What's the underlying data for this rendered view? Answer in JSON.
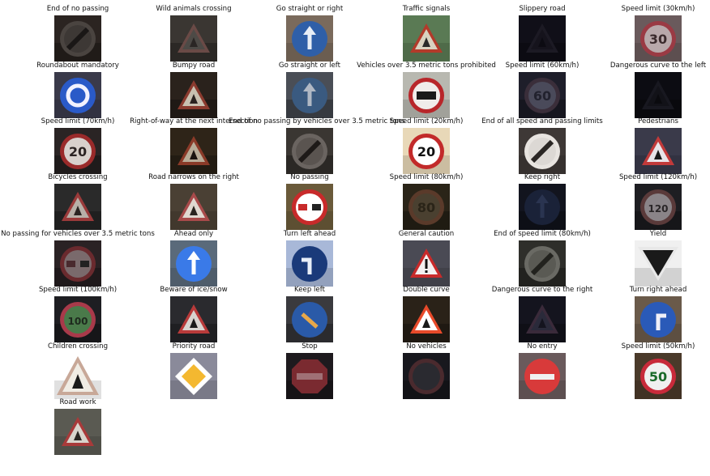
{
  "signs": [
    {
      "title": "End of no passing",
      "icon": "end-no-passing-sign-icon",
      "shape": "circle-end",
      "bg": "#2b2421",
      "ring": "#4a4440",
      "fill": "#3d3835",
      "mark": "#1a1716",
      "scene": "dark"
    },
    {
      "title": "Wild animals crossing",
      "icon": "wild-animals-sign-icon",
      "shape": "triangle",
      "bg": "#3a3632",
      "ring": "#6a4a46",
      "fill": "#4d4a46",
      "mark": "#2a2624",
      "scene": "dark"
    },
    {
      "title": "Go straight or right",
      "icon": "straight-or-right-sign-icon",
      "shape": "blue-arrow",
      "bg": "#7a6a5c",
      "ring": "#2f5fa8",
      "fill": "#2f5fa8",
      "mark": "#e8eef6",
      "scene": "light"
    },
    {
      "title": "Traffic signals",
      "icon": "traffic-signals-sign-icon",
      "shape": "triangle",
      "bg": "#5a7a54",
      "ring": "#b23a2a",
      "fill": "#d9d2c0",
      "mark": "#2a2a2a",
      "scene": "light"
    },
    {
      "title": "Slippery road",
      "icon": "slippery-road-sign-icon",
      "shape": "triangle",
      "bg": "#100f18",
      "ring": "#1c1a24",
      "fill": "#15131c",
      "mark": "#0c0b12",
      "scene": "verydark"
    },
    {
      "title": "Speed limit (30km/h)",
      "icon": "speed-limit-30-sign-icon",
      "shape": "circle-num",
      "bg": "#6a5a5c",
      "ring": "#9a3a44",
      "fill": "#b8a8aa",
      "mark": "#3a2a2c",
      "scene": "light",
      "num": "30"
    },
    {
      "title": "Roundabout mandatory",
      "icon": "roundabout-sign-icon",
      "shape": "blue-round",
      "bg": "#3a3a4a",
      "ring": "#2a5ac8",
      "fill": "#2a5ac8",
      "mark": "#f2f2ff",
      "scene": "light"
    },
    {
      "title": "Bumpy road",
      "icon": "bumpy-road-sign-icon",
      "shape": "triangle",
      "bg": "#2a221c",
      "ring": "#8a3a2e",
      "fill": "#c8c0b0",
      "mark": "#2a2220",
      "scene": "dark"
    },
    {
      "title": "Go straight or left",
      "icon": "straight-or-left-sign-icon",
      "shape": "blue-arrow",
      "bg": "#4a4e56",
      "ring": "#2f4f7a",
      "fill": "#3a5a80",
      "mark": "#b0b8c4",
      "scene": "dark"
    },
    {
      "title": "Vehicles over 3.5 metric tons prohibited",
      "icon": "trucks-prohibited-sign-icon",
      "shape": "circle-truck",
      "bg": "#b8b8b0",
      "ring": "#b8262a",
      "fill": "#f0ecea",
      "mark": "#1a1a1a",
      "scene": "light"
    },
    {
      "title": "Speed limit (60km/h)",
      "icon": "speed-limit-60-sign-icon",
      "shape": "circle-num",
      "bg": "#1e1e2a",
      "ring": "#3a2e3a",
      "fill": "#4a4a5a",
      "mark": "#22222e",
      "scene": "dark",
      "num": "60"
    },
    {
      "title": "Dangerous curve to the left",
      "icon": "curve-left-sign-icon",
      "shape": "triangle",
      "bg": "#0c0c12",
      "ring": "#181820",
      "fill": "#121218",
      "mark": "#0a0a0e",
      "scene": "verydark"
    },
    {
      "title": "Speed limit (70km/h)",
      "icon": "speed-limit-70-sign-icon",
      "shape": "circle-num",
      "bg": "#2a2424",
      "ring": "#9a2a2a",
      "fill": "#d8d0cc",
      "mark": "#2a2222",
      "scene": "dark",
      "num": "20"
    },
    {
      "title": "Right-of-way at the next intersection",
      "icon": "right-of-way-sign-icon",
      "shape": "triangle",
      "bg": "#2e2418",
      "ring": "#8a3a28",
      "fill": "#b8ac98",
      "mark": "#1a1410",
      "scene": "dark"
    },
    {
      "title": "End of no passing by vehicles over 3.5 metric tons",
      "icon": "end-no-passing-trucks-sign-icon",
      "shape": "circle-end",
      "bg": "#3a3632",
      "ring": "#6a6460",
      "fill": "#5a5450",
      "mark": "#1e1a18",
      "scene": "dark"
    },
    {
      "title": "Speed limit (20km/h)",
      "icon": "speed-limit-20-sign-icon",
      "shape": "circle-num",
      "bg": "#e8d8b8",
      "ring": "#c22a2a",
      "fill": "#ffffff",
      "mark": "#111111",
      "scene": "light",
      "num": "20"
    },
    {
      "title": "End of all speed and passing limits",
      "icon": "end-all-limits-sign-icon",
      "shape": "circle-end",
      "bg": "#3e3836",
      "ring": "#e8e4e0",
      "fill": "#dcd8d4",
      "mark": "#2a2624",
      "scene": "light"
    },
    {
      "title": "Pedestrians",
      "icon": "pedestrians-sign-icon",
      "shape": "triangle",
      "bg": "#3a3a4a",
      "ring": "#c23a3a",
      "fill": "#e8e4e8",
      "mark": "#1a1a1a",
      "scene": "light"
    },
    {
      "title": "Bicycles crossing",
      "icon": "bicycles-crossing-sign-icon",
      "shape": "triangle",
      "bg": "#2a2a2a",
      "ring": "#9a3a3a",
      "fill": "#b8b0a8",
      "mark": "#2a2422",
      "scene": "dark"
    },
    {
      "title": "Road narrows on the right",
      "icon": "road-narrows-sign-icon",
      "shape": "triangle",
      "bg": "#4a4034",
      "ring": "#a84a4a",
      "fill": "#e0d8d0",
      "mark": "#2a2420",
      "scene": "light"
    },
    {
      "title": "No passing",
      "icon": "no-passing-sign-icon",
      "shape": "circle-cars",
      "bg": "#6a5a3a",
      "ring": "#c82a2a",
      "fill": "#ffffff",
      "mark": "#c82a2a",
      "scene": "light"
    },
    {
      "title": "Speed limit (80km/h)",
      "icon": "speed-limit-80-sign-icon",
      "shape": "circle-num",
      "bg": "#2a2418",
      "ring": "#5a3a2a",
      "fill": "#4a4030",
      "mark": "#2a2418",
      "scene": "dark",
      "num": "80"
    },
    {
      "title": "Keep right",
      "icon": "keep-right-sign-icon",
      "shape": "blue-arrow",
      "bg": "#12141e",
      "ring": "#1a2238",
      "fill": "#1a2238",
      "mark": "#2a3450",
      "scene": "verydark"
    },
    {
      "title": "Speed limit (120km/h)",
      "icon": "speed-limit-120-sign-icon",
      "shape": "circle-num",
      "bg": "#1e1e22",
      "ring": "#5a3a3a",
      "fill": "#8a8488",
      "mark": "#2a2628",
      "scene": "dark",
      "num": "120"
    },
    {
      "title": "No passing for vehicles over 3.5 metric tons",
      "icon": "no-passing-trucks-sign-icon",
      "shape": "circle-cars",
      "bg": "#2a2224",
      "ring": "#6a2a2e",
      "fill": "#7a6a6c",
      "mark": "#4a2a2e",
      "scene": "dark"
    },
    {
      "title": "Ahead only",
      "icon": "ahead-only-sign-icon",
      "shape": "blue-arrow",
      "bg": "#5a6a7a",
      "ring": "#2a6ad8",
      "fill": "#3a7ae8",
      "mark": "#ffffff",
      "scene": "light"
    },
    {
      "title": "Turn left ahead",
      "icon": "turn-left-ahead-sign-icon",
      "shape": "blue-turn",
      "bg": "#a8b8d8",
      "ring": "#1a3a7a",
      "fill": "#1a3a7a",
      "mark": "#e8eef8",
      "scene": "light"
    },
    {
      "title": "General caution",
      "icon": "general-caution-sign-icon",
      "shape": "triangle-excl",
      "bg": "#4a4a54",
      "ring": "#c82a2a",
      "fill": "#f4f0f0",
      "mark": "#111111",
      "scene": "light"
    },
    {
      "title": "End of speed limit (80km/h)",
      "icon": "end-speed-limit-80-sign-icon",
      "shape": "circle-end",
      "bg": "#2e2e2a",
      "ring": "#6a6a64",
      "fill": "#5a5a54",
      "mark": "#22221e",
      "scene": "dark"
    },
    {
      "title": "Yield",
      "icon": "yield-sign-icon",
      "shape": "yield",
      "bg": "#f0f0f0",
      "ring": "#d8d8d8",
      "fill": "#1a1a1a",
      "mark": "#1a1a1a",
      "scene": "light"
    },
    {
      "title": "Speed limit (100km/h)",
      "icon": "speed-limit-100-sign-icon",
      "shape": "circle-num",
      "bg": "#1e1e22",
      "ring": "#a83a4a",
      "fill": "#4a7a4a",
      "mark": "#1e2a1e",
      "scene": "dark",
      "num": "100"
    },
    {
      "title": "Beware of ice/snow",
      "icon": "ice-snow-sign-icon",
      "shape": "triangle",
      "bg": "#2a2a2e",
      "ring": "#b83a3a",
      "fill": "#d8d4d0",
      "mark": "#1a1a1a",
      "scene": "dark"
    },
    {
      "title": "Keep left",
      "icon": "keep-left-sign-icon",
      "shape": "blue-keepleft",
      "bg": "#3a3a3e",
      "ring": "#2a5aa8",
      "fill": "#2a5aa8",
      "mark": "#e8a84a",
      "scene": "dark"
    },
    {
      "title": "Double curve",
      "icon": "double-curve-sign-icon",
      "shape": "triangle",
      "bg": "#2a2218",
      "ring": "#e84a2a",
      "fill": "#ffffff",
      "mark": "#1a1a1a",
      "scene": "dark"
    },
    {
      "title": "Dangerous curve to the right",
      "icon": "curve-right-sign-icon",
      "shape": "triangle",
      "bg": "#14141e",
      "ring": "#3a2a3a",
      "fill": "#2a2a3a",
      "mark": "#14141e",
      "scene": "verydark"
    },
    {
      "title": "Turn right ahead",
      "icon": "turn-right-ahead-sign-icon",
      "shape": "blue-turn-right",
      "bg": "#6a5a4a",
      "ring": "#2a5ab8",
      "fill": "#2a5ab8",
      "mark": "#f0f0f8",
      "scene": "light"
    },
    {
      "title": "Children crossing",
      "icon": "children-crossing-sign-icon",
      "shape": "triangle-big",
      "bg": "#ffffff",
      "ring": "#c8a898",
      "fill": "#f0ece4",
      "mark": "#1a1a1a",
      "scene": "light"
    },
    {
      "title": "Priority road",
      "icon": "priority-road-sign-icon",
      "shape": "diamond",
      "bg": "#8a8a9a",
      "ring": "#ffffff",
      "fill": "#f4b830",
      "mark": "#f4b830",
      "scene": "light"
    },
    {
      "title": "Stop",
      "icon": "stop-sign-icon",
      "shape": "octagon",
      "bg": "#1e1a1e",
      "ring": "#6a2a2e",
      "fill": "#7a2a30",
      "mark": "#b8a0a4",
      "scene": "dark"
    },
    {
      "title": "No vehicles",
      "icon": "no-vehicles-sign-icon",
      "shape": "circle-empty",
      "bg": "#18181e",
      "ring": "#4a2a2e",
      "fill": "#2a2a30",
      "mark": "#2a2a30",
      "scene": "dark"
    },
    {
      "title": "No entry",
      "icon": "no-entry-sign-icon",
      "shape": "no-entry",
      "bg": "#6a5a5c",
      "ring": "#d83a3a",
      "fill": "#d83a3a",
      "mark": "#f0f0f0",
      "scene": "light"
    },
    {
      "title": "Speed limit (50km/h)",
      "icon": "speed-limit-50-sign-icon",
      "shape": "circle-num",
      "bg": "#4a3a2a",
      "ring": "#c82a3a",
      "fill": "#f0f0f0",
      "mark": "#1a6a2a",
      "scene": "light",
      "num": "50"
    },
    {
      "title": "Road work",
      "icon": "road-work-sign-icon",
      "shape": "triangle",
      "bg": "#5a5a52",
      "ring": "#a83a3a",
      "fill": "#d8d4cc",
      "mark": "#2a2622",
      "scene": "light"
    }
  ]
}
